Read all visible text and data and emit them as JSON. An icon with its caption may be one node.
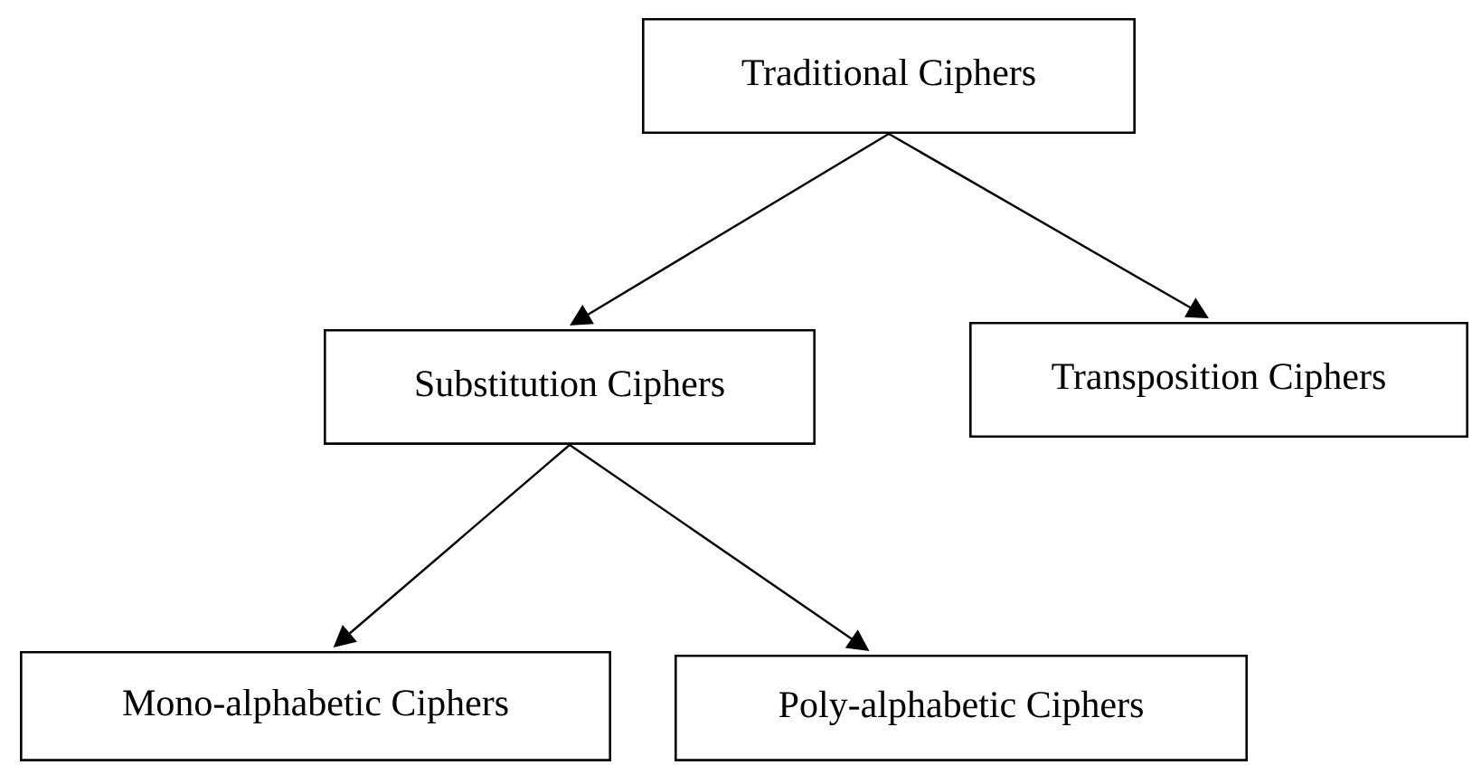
{
  "diagram": {
    "nodes": [
      {
        "text": [
          "Traditional Ciphers"
        ]
      },
      {
        "text": [
          "Substitution Ciphers"
        ]
      },
      {
        "text": [
          "Transposition Ciphers"
        ]
      },
      {
        "text": [
          "Mono-alphabetic Ciphers"
        ]
      },
      {
        "text": [
          "Poly-alphabetic Ciphers"
        ]
      }
    ],
    "edges": [
      {
        "from": 0,
        "to": 1,
        "arrow": "to"
      },
      {
        "from": 0,
        "to": 2,
        "arrow": "to"
      },
      {
        "from": 1,
        "to": 3,
        "arrow": "to"
      },
      {
        "from": 1,
        "to": 4,
        "arrow": "to"
      }
    ]
  }
}
